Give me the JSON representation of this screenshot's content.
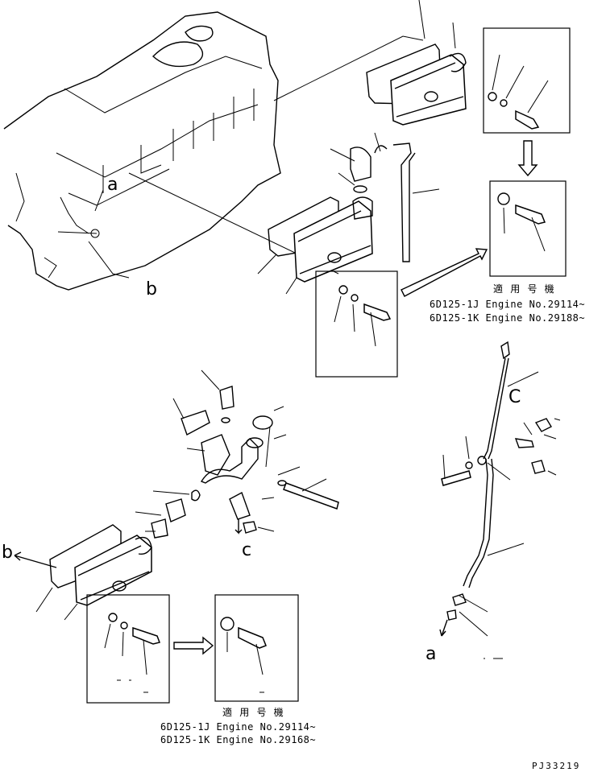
{
  "callouts": {
    "a_top": "a",
    "b_top": "b",
    "c_mid": "C",
    "c_low": "c",
    "b_low": "b",
    "a_low": "a"
  },
  "applicability_1": {
    "heading": "適 用 号 機",
    "line_1": "6D125-1J Engine No.29114~",
    "line_2": "6D125-1K Engine No.29188~"
  },
  "applicability_2": {
    "heading": "適 用 号 機",
    "line_1": "6D125-1J Engine No.29114~",
    "line_2": "6D125-1K Engine No.29168~"
  },
  "drawing_number": "PJ33219"
}
